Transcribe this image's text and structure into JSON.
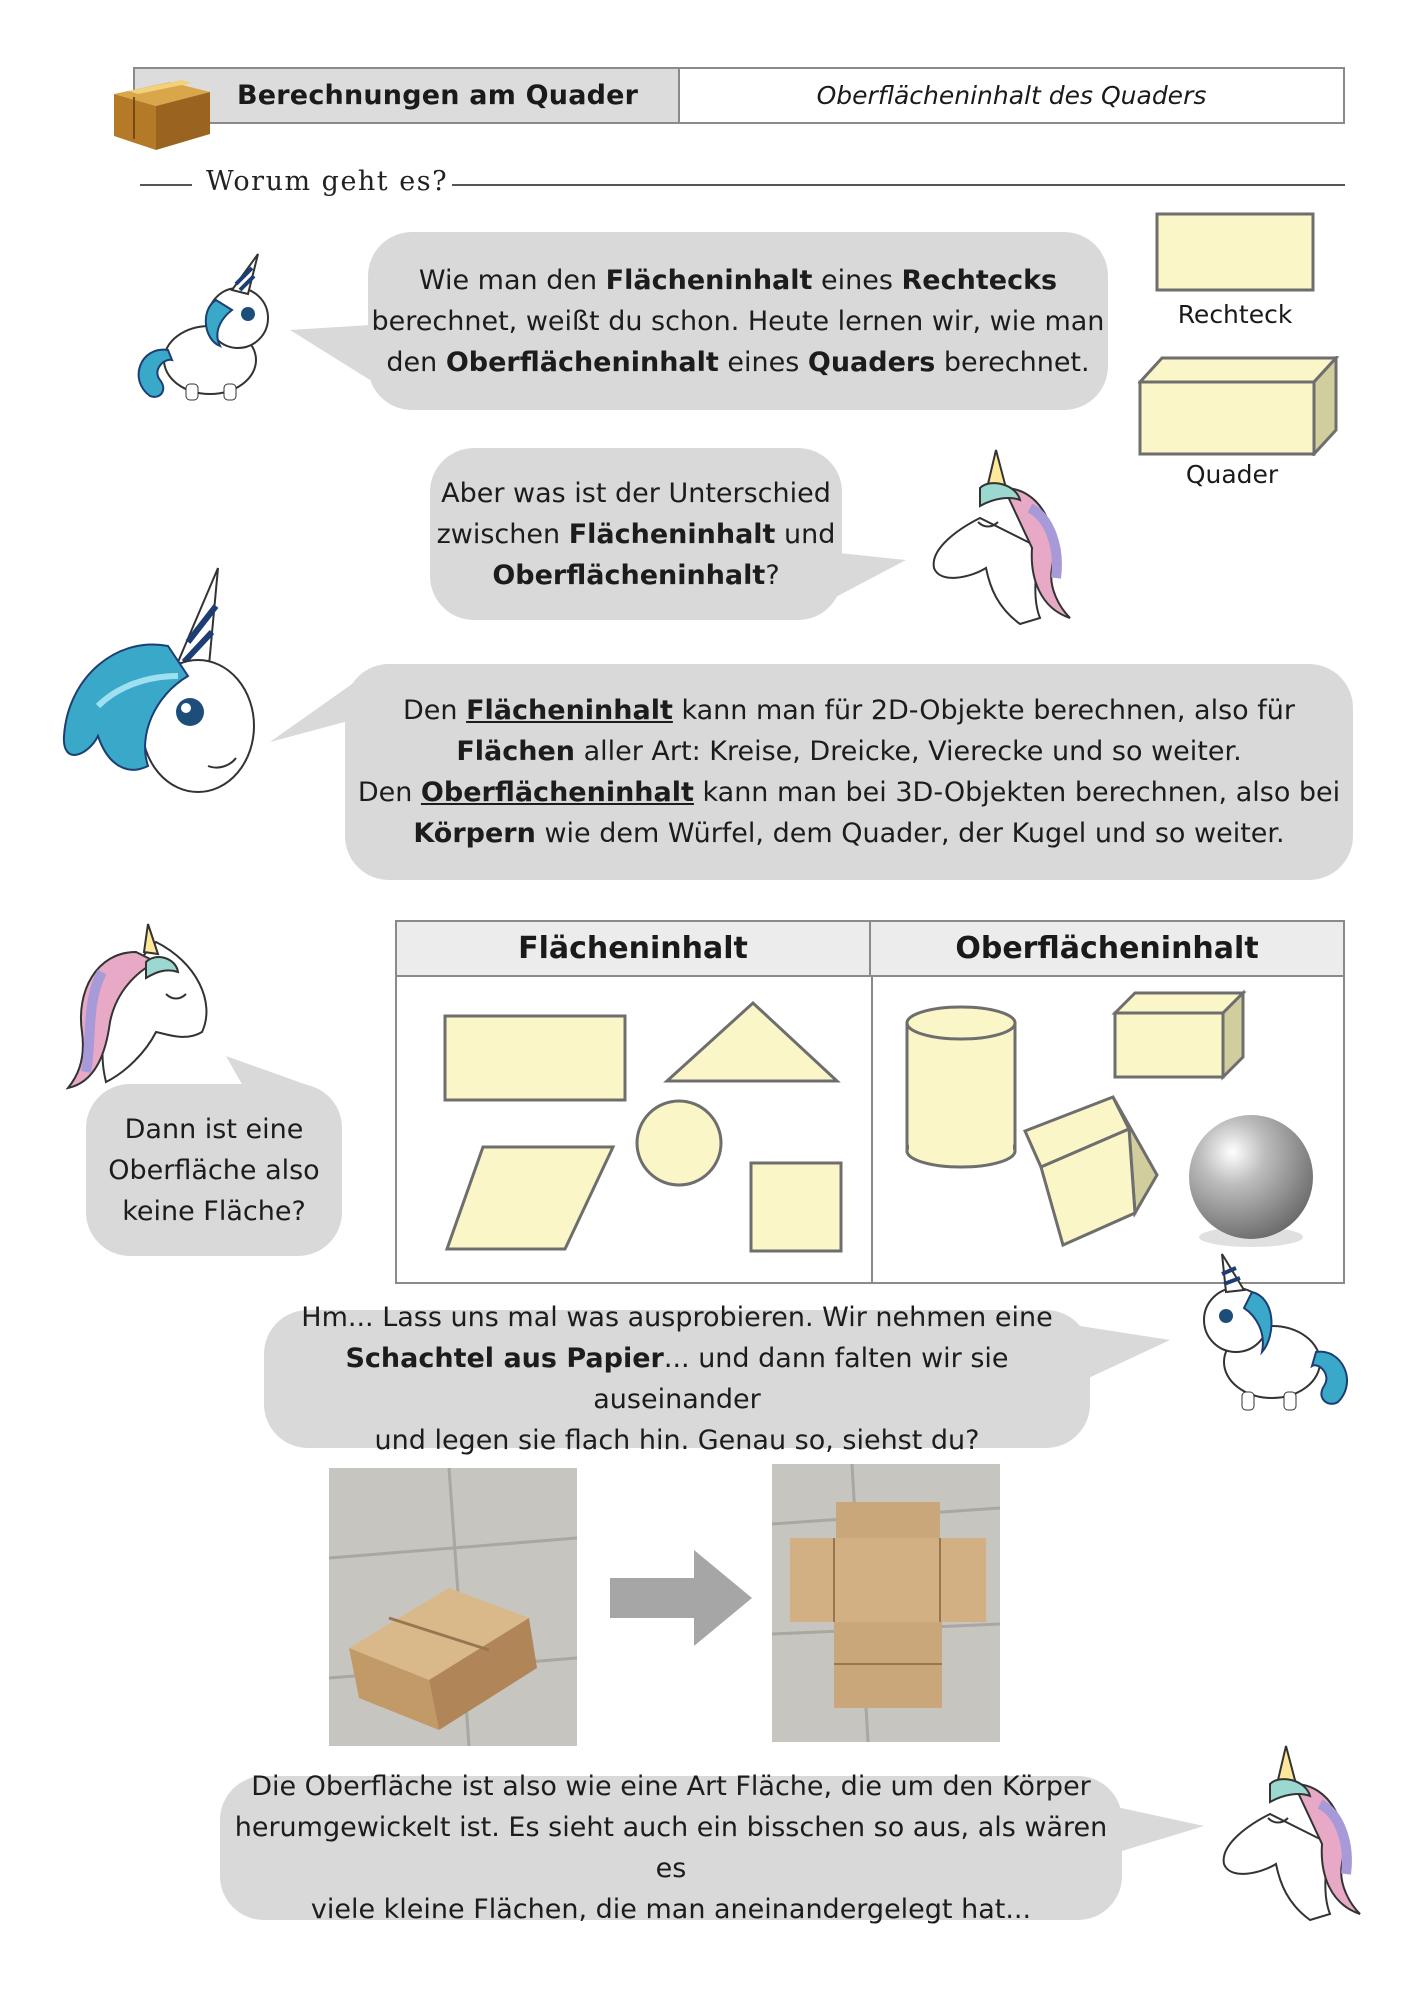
{
  "header": {
    "title": "Berechnungen am Quader",
    "subtitle": "Oberflächeninhalt des Quaders"
  },
  "section": {
    "title": "Worum geht es?"
  },
  "bubble1": [
    [
      "Wie man den ",
      "Flächeninhalt",
      " eines ",
      "Rechtecks"
    ],
    [
      "berechnet, weißt du schon. Heute lernen wir, wie man"
    ],
    [
      "den ",
      "Oberflächeninhalt",
      " eines ",
      "Quaders",
      " berechnet."
    ]
  ],
  "labels": {
    "rectangle": "Rechteck",
    "cuboid": "Quader"
  },
  "bubble2": {
    "line1": "Aber was ist der Unterschied",
    "line2a": "zwischen ",
    "line2b": "Flächeninhalt",
    "line2c": " und",
    "line3a": "Oberflächeninhalt",
    "line3b": "?"
  },
  "bubble3": {
    "l1a": "Den ",
    "l1b": "Flächeninhalt",
    "l1c": " kann man für 2D-Objekte berechnen, also für",
    "l2a": "Flächen",
    "l2b": " aller Art: Kreise, Dreicke, Vierecke und so weiter.",
    "l3a": "Den ",
    "l3b": "Oberflächeninhalt",
    "l3c": " kann man bei 3D-Objekten berechnen, also bei",
    "l4a": "Körpern",
    "l4b": " wie dem Würfel, dem Quader, der Kugel und so weiter."
  },
  "table": {
    "col1": "Flächeninhalt",
    "col2": "Oberflächeninhalt"
  },
  "bubble4": {
    "l1": "Dann ist eine",
    "l2": "Oberfläche also",
    "l3": "keine Fläche?"
  },
  "bubble5": {
    "l1": "Hm... Lass uns mal was ausprobieren. Wir nehmen eine",
    "l2a": "Schachtel aus Papier",
    "l2b": "... und dann falten wir sie auseinander",
    "l3": "und legen sie flach hin. Genau so, siehst du?"
  },
  "bubble6": {
    "l1": "Die Oberfläche ist also wie eine Art Fläche, die um den Körper",
    "l2": "herumgewickelt ist. Es sieht auch ein bisschen so aus, als wären es",
    "l3": "viele kleine Flächen, die man aneinandergelegt hat..."
  },
  "colors": {
    "bubble": "#d9d9d9",
    "shape_fill": "#fbf6c8",
    "shape_stroke": "#6e6e6e",
    "header_bg": "#dcdcdc"
  },
  "icons": [
    "cardboard-box-icon",
    "unicorn-icon",
    "arrow-right-icon",
    "sphere-icon"
  ]
}
